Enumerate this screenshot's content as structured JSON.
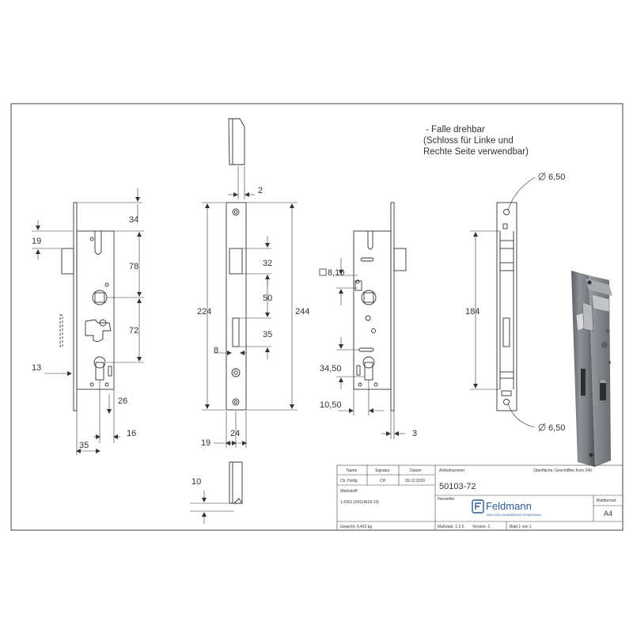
{
  "notes": {
    "line1": "- Falle drehbar",
    "line2": "(Schloss für Linke und",
    "line3": "Rechte Seite verwendbar)"
  },
  "dims": {
    "v1": {
      "d34": "34",
      "d19": "19",
      "d78": "78",
      "d72": "72",
      "d13": "13",
      "d26": "26",
      "d16": "16",
      "d35": "35"
    },
    "v2": {
      "d2": "2",
      "d32": "32",
      "d224": "224",
      "d244": "244",
      "d50": "50",
      "d35": "35",
      "d8": "8",
      "d19": "19",
      "d24": "24",
      "d10": "10"
    },
    "v3": {
      "d810": "8,10",
      "d3450": "34,50",
      "d1050": "10,50",
      "d3": "3"
    },
    "v4": {
      "dia_top": "6,50",
      "d184": "184",
      "dia_bottom": "6,50"
    }
  },
  "title_block": {
    "h_name": "Name",
    "h_signatur": "Signatur",
    "h_datum": "Datum",
    "h_artikel": "Artikelnummer",
    "h_oberflaeche": "Oberfläche: Geschliffen Korn 240",
    "name": "Ch. Hollig",
    "signatur": "CH",
    "datum": "09.12.2020",
    "artikelnummer": "50103-72",
    "werkstoff_label": "Werkstoff:",
    "werkstoff_value": "1.4301 (X5CrNi18-10)",
    "hersteller_label": "Hersteller",
    "brand": "Feldmann",
    "tagline": "EDELSTAHL HALBFABRIKATE SCHWEISSBAU",
    "blattformat_label": "Blattformat",
    "blattformat_value": "A4",
    "gewicht": "Gewicht: 0,453 kg",
    "massstab": "Maßstab: 1:2.5",
    "version": "Version: 1",
    "blatt": "Blatt 1 von 1"
  }
}
